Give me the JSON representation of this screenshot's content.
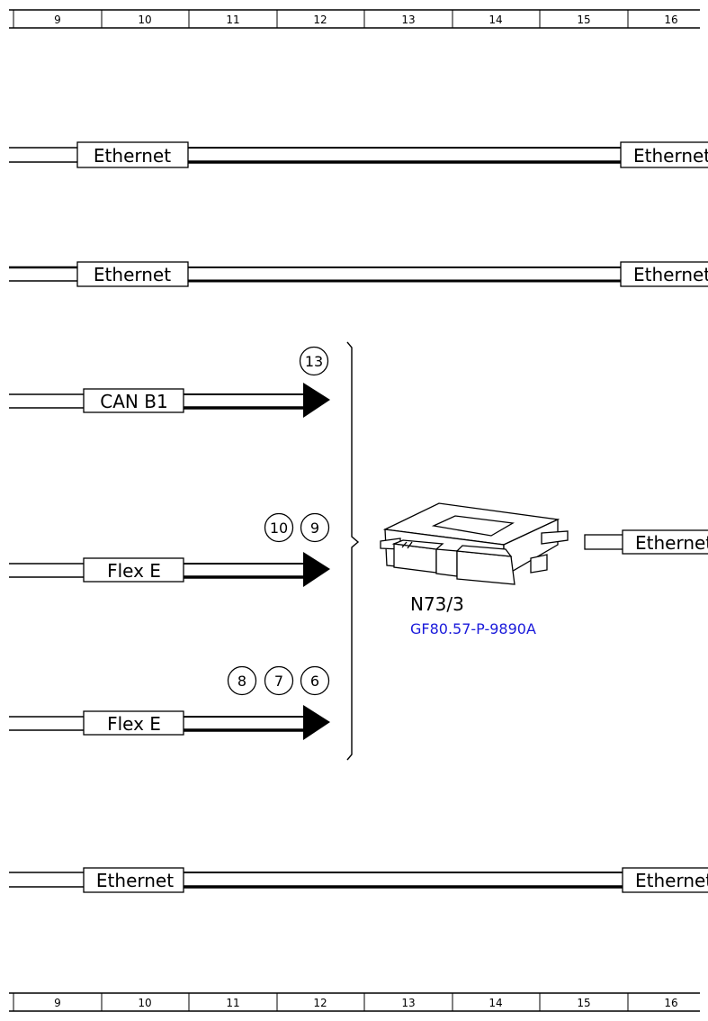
{
  "column_ruler": {
    "columns": [
      "9",
      "10",
      "11",
      "12",
      "13",
      "14",
      "15",
      "16"
    ]
  },
  "buses": {
    "eth1_left": "Ethernet",
    "eth1_right": "Ethernet",
    "eth2_left": "Ethernet",
    "eth2_right": "Ethernet",
    "can_b1": "CAN B1",
    "flex_e_1": "Flex E",
    "flex_e_2": "Flex E",
    "eth3_left": "Ethernet",
    "eth3_right": "Ethernet",
    "ecu_eth": "Ethernet"
  },
  "pins": {
    "can_b1": [
      "13"
    ],
    "flex_e_1": [
      "10",
      "9"
    ],
    "flex_e_2": [
      "8",
      "7",
      "6"
    ]
  },
  "ecu": {
    "name": "N73/3",
    "ref": "GF80.57-P-9890A",
    "ref_color": "#1a1adb"
  }
}
